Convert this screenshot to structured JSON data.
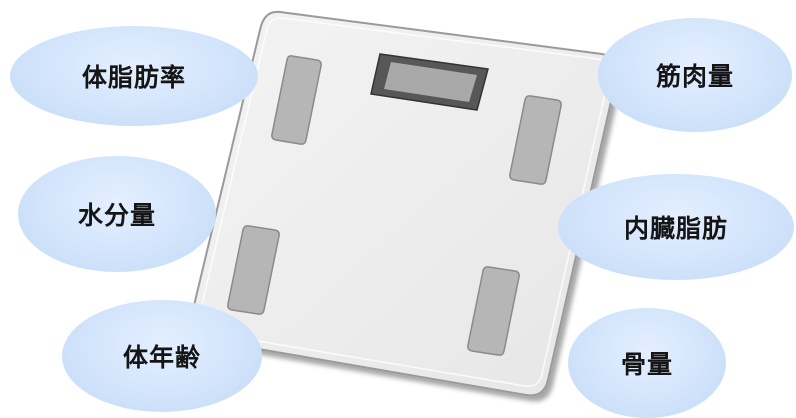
{
  "labels": {
    "body_fat": "体脂肪率",
    "muscle_mass": "筋肉量",
    "body_water": "水分量",
    "visceral_fat": "内臓脂肪",
    "body_age": "体年齢",
    "bone_mass": "骨量"
  },
  "colors": {
    "bubble": "#d2e4fb",
    "scale_body": "#eeeeee",
    "scale_shadow": "#888888",
    "electrode": "#b5b5b5",
    "display_frame": "#555555",
    "display_screen": "#a7a7a7"
  },
  "icons": {
    "scale": "body-composition-scale-icon"
  }
}
